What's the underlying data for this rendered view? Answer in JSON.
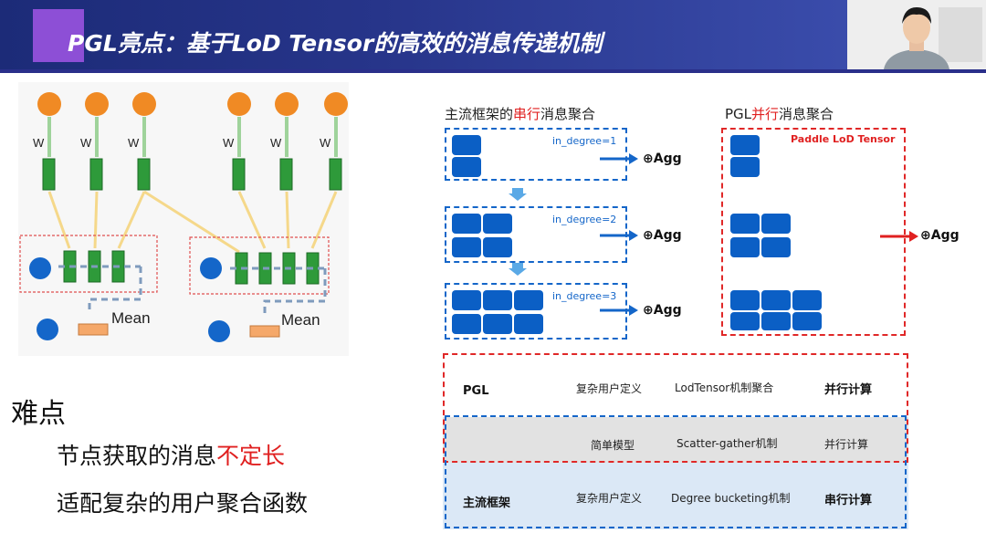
{
  "slide": {
    "title": "PGL亮点：基于LoD Tensor的高效的消息传递机制"
  },
  "left": {
    "w_label": "W",
    "mean_label": "Mean",
    "difficulty_heading": "难点",
    "point1_prefix": "节点获取的消息",
    "point1_highlight": "不定长",
    "point2": "适配复杂的用户聚合函数"
  },
  "right": {
    "serial_title_prefix": "主流框架的",
    "serial_title_highlight": "串行",
    "serial_title_suffix": "消息聚合",
    "parallel_title_prefix": "PGL",
    "parallel_title_highlight": "并行",
    "parallel_title_suffix": "消息聚合",
    "in_degree_1": "in_degree=1",
    "in_degree_2": "in_degree=2",
    "in_degree_3": "in_degree=3",
    "agg_label": "Agg",
    "lod_label": "Paddle LoD Tensor"
  },
  "table": {
    "rows": [
      {
        "name": "PGL",
        "c1": "复杂用户定义",
        "c2": "LodTensor机制聚合",
        "c3": "并行计算"
      },
      {
        "name": "",
        "c1": "简单模型",
        "c2": "Scatter-gather机制",
        "c3": "并行计算"
      },
      {
        "name": "主流框架",
        "c1": "复杂用户定义",
        "c2": "Degree bucketing机制",
        "c3": "串行计算"
      }
    ]
  },
  "colors": {
    "header_bg": "#27358a",
    "accent": "#8d4fd6",
    "node_orange": "#f08a24",
    "node_green": "#2e9a3a",
    "node_blue": "#1466c9",
    "highlight_red": "#e02020"
  }
}
